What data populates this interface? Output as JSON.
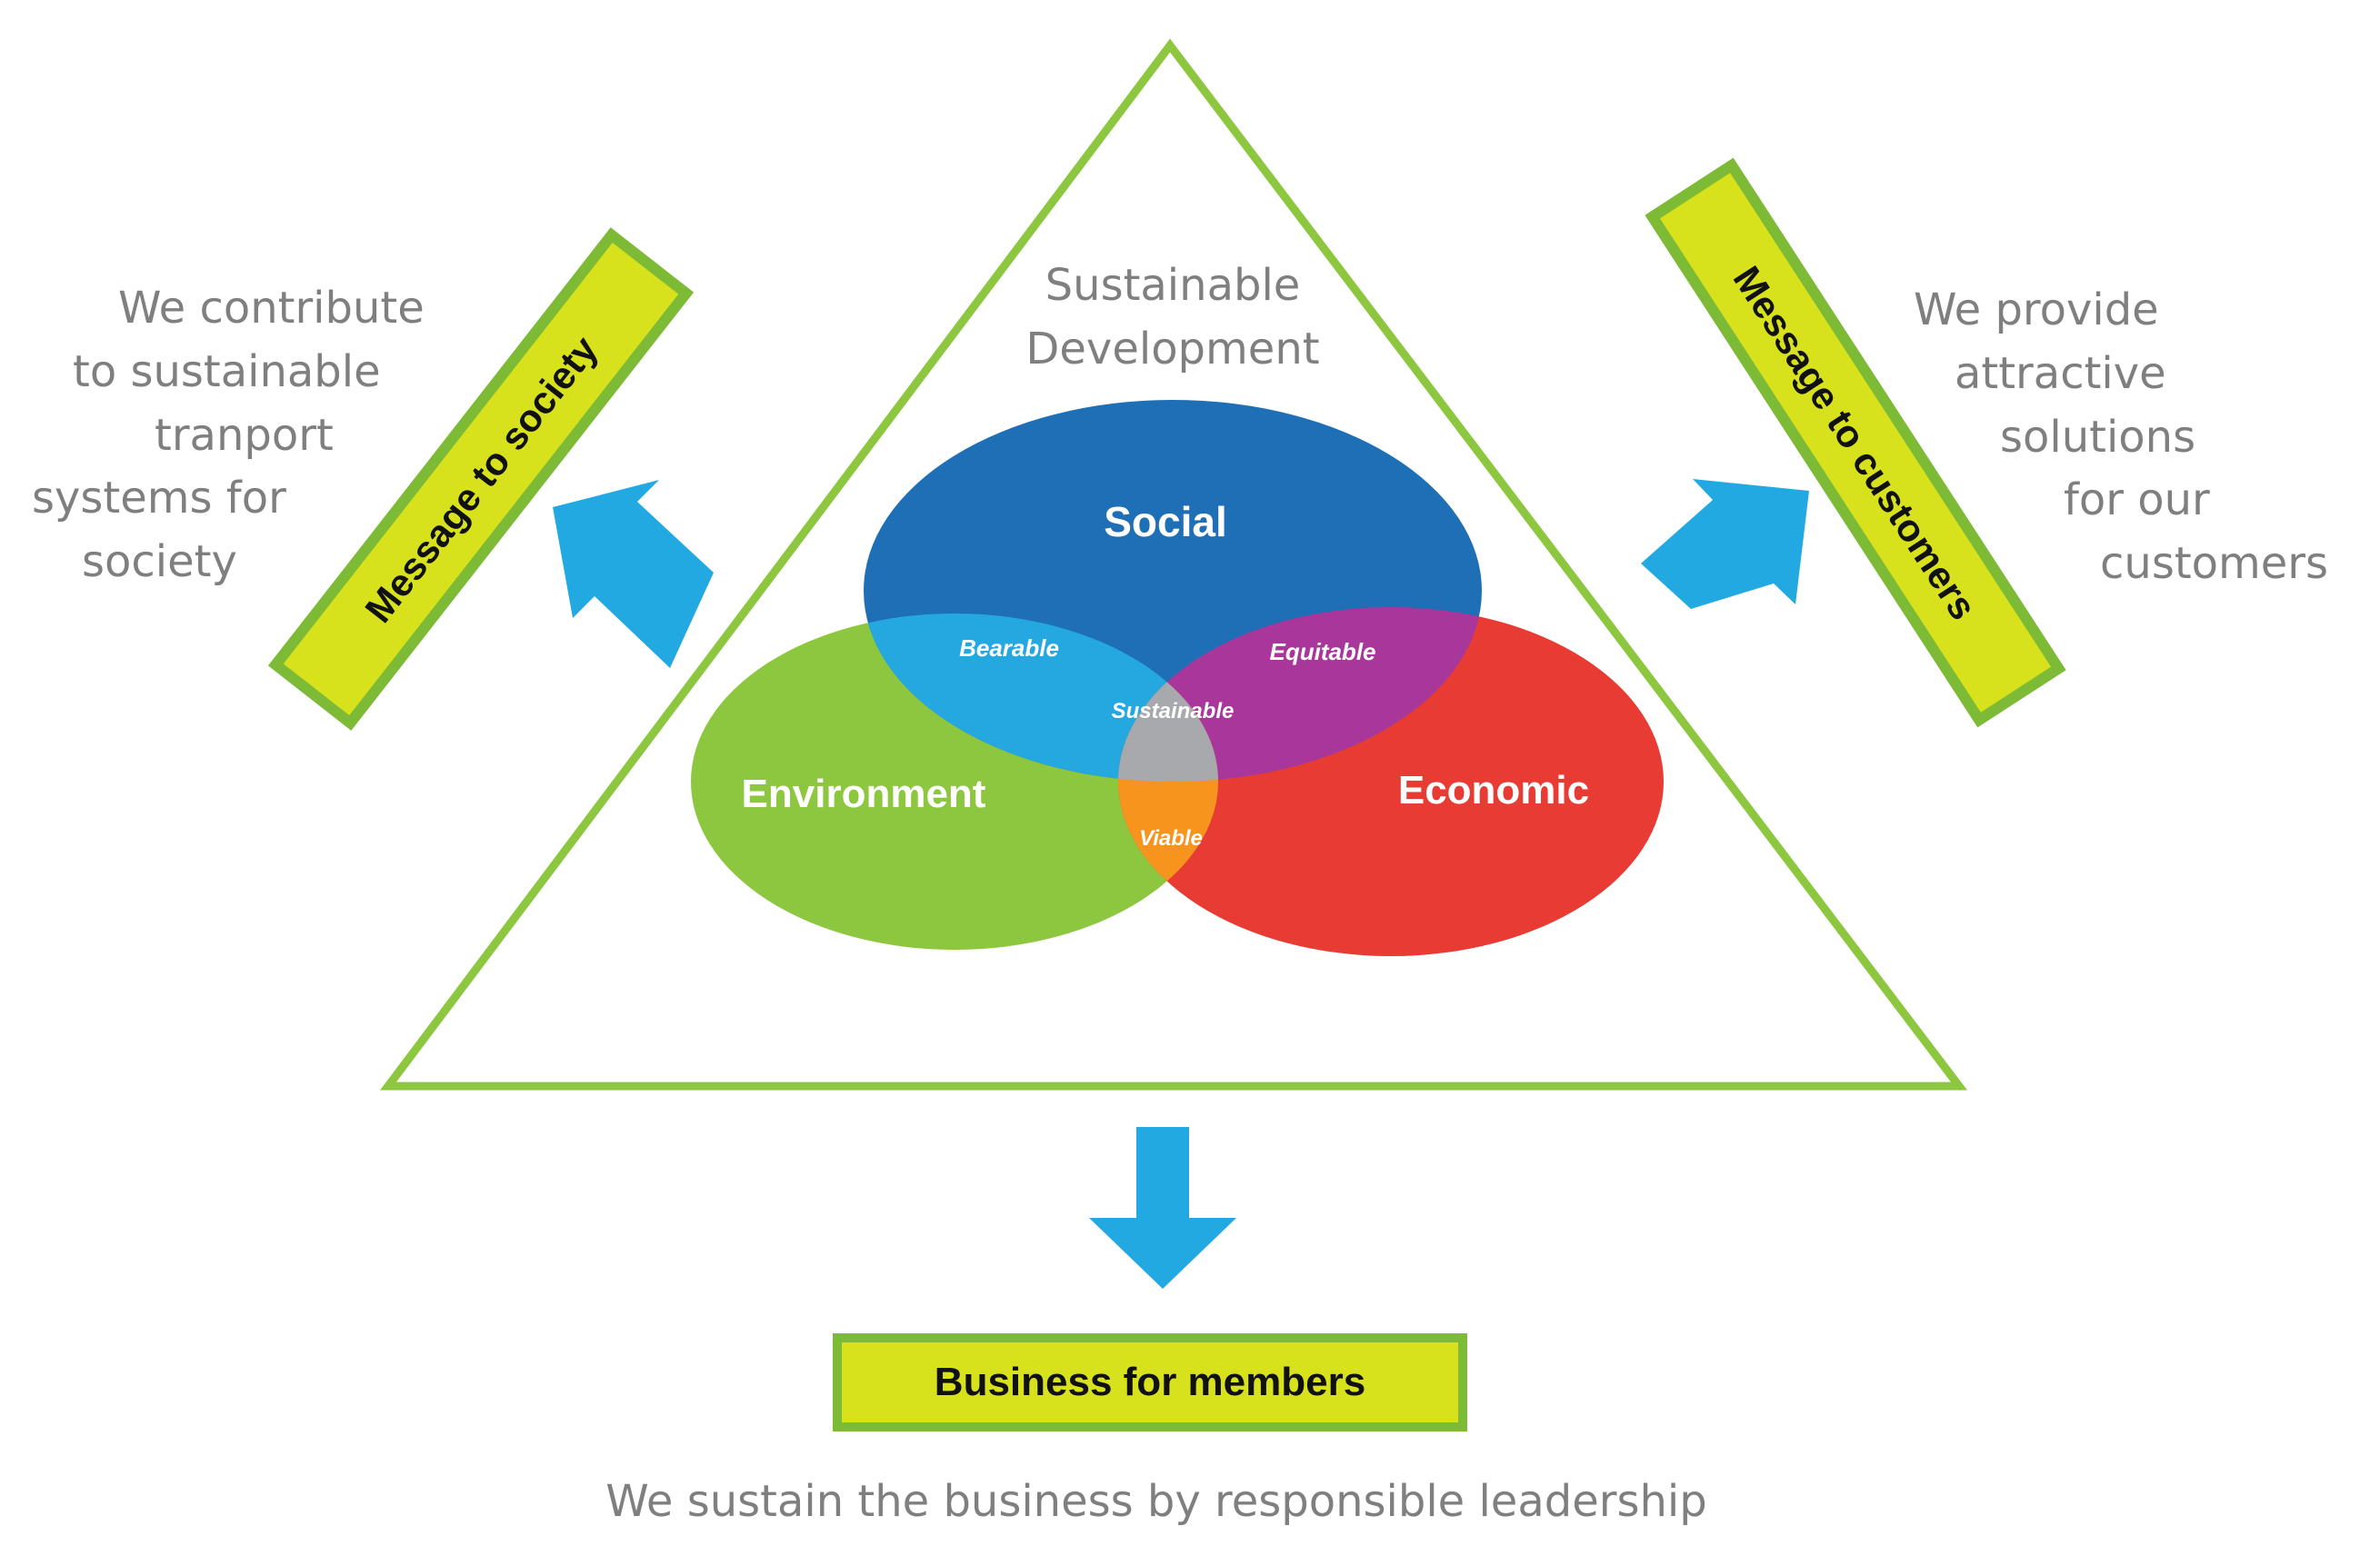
{
  "colors": {
    "triangle_stroke": "#8dc63f",
    "label_box_fill": "#d7e21d",
    "label_box_stroke": "#7dba35",
    "arrow": "#22a9e1",
    "social": "#1e6fb5",
    "environment": "#8dc63f",
    "economic": "#e73b33",
    "bearable": "#25a8df",
    "equitable": "#a9379b",
    "viable": "#f7941d",
    "sustainable": "#a7a9ac",
    "gray_text": "#7f7f7f"
  },
  "center_title": [
    "Sustainable",
    "Development"
  ],
  "circles": {
    "social": "Social",
    "environment": "Environment",
    "economic": "Economic"
  },
  "overlaps": {
    "bearable": "Bearable",
    "equitable": "Equitable",
    "viable": "Viable",
    "sustainable": "Sustainable"
  },
  "left_panel": {
    "label": "Message to society",
    "lines": [
      "We contribute",
      "to sustainable",
      "tranport",
      "systems for",
      "society"
    ]
  },
  "right_panel": {
    "label": "Message to customers",
    "lines": [
      "We provide",
      "attractive",
      "solutions",
      "for our",
      "customers"
    ]
  },
  "bottom_panel": {
    "label": "Business for members",
    "caption": "We sustain the business by responsible leadership"
  },
  "icons": {
    "left_arrow": "arrow-up-left-icon",
    "right_arrow": "arrow-up-right-icon",
    "down_arrow": "arrow-down-icon"
  }
}
